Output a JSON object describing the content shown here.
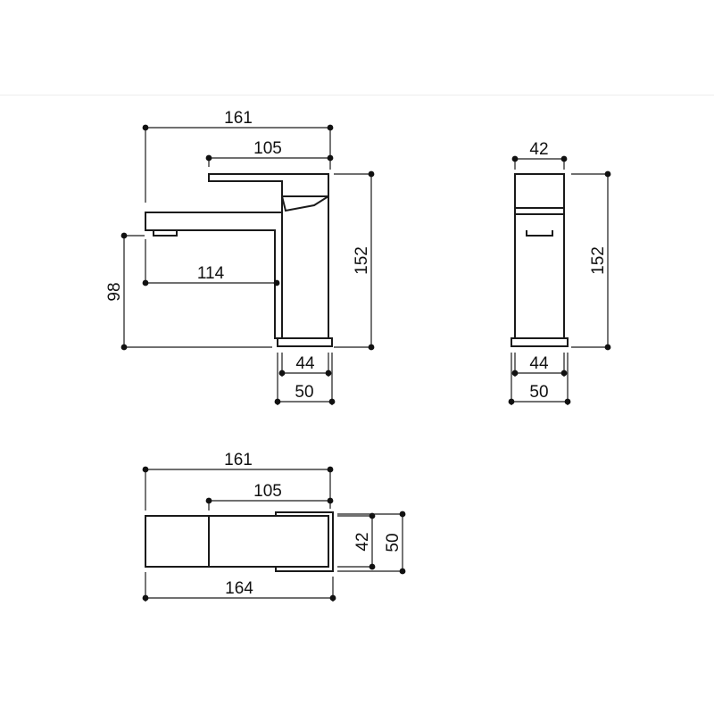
{
  "drawing": {
    "line_color": "#1a1a1a",
    "background": "#ffffff",
    "side_view": {
      "overall_length": "161",
      "lever_length": "105",
      "spout_reach": "114",
      "spout_height": "98",
      "total_height": "152",
      "body_width": "44",
      "base_width": "50"
    },
    "front_view": {
      "top_width": "42",
      "total_height": "152",
      "body_width": "44",
      "base_width": "50"
    },
    "top_view": {
      "overall_length": "161",
      "lever_length": "105",
      "total_length": "164",
      "body_depth": "42",
      "base_depth": "50"
    }
  }
}
